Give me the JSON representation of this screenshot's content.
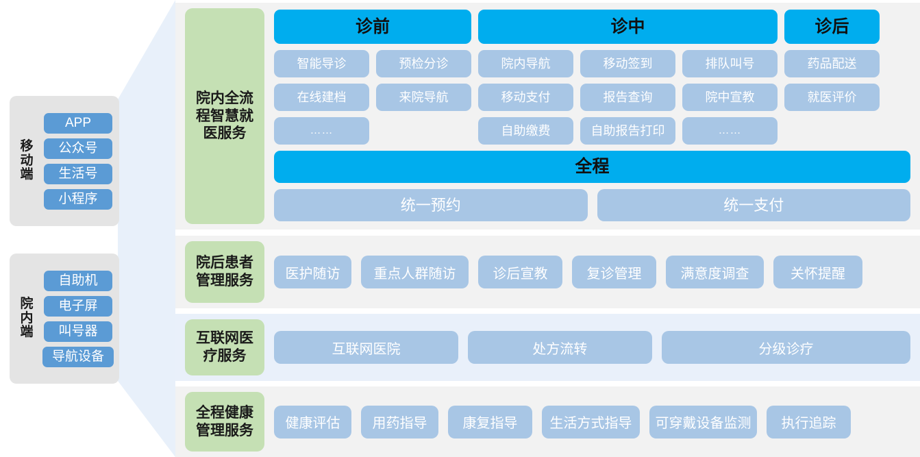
{
  "colors": {
    "header_blue": "#00ADEE",
    "cell_blue": "#A8C6E5",
    "chip_blue": "#5B9BD5",
    "label_green": "#C5E0B4",
    "band_gray": "#F2F2F2",
    "band_blue": "#E9F0FA",
    "panel_gray": "#E4E4E4",
    "funnel_blue": "#E8F0FA"
  },
  "channels": [
    {
      "title": "移动端",
      "items": [
        "APP",
        "公众号",
        "生活号",
        "小程序"
      ]
    },
    {
      "title": "院内端",
      "items": [
        "自助机",
        "电子屏",
        "叫号器",
        "导航设备"
      ]
    }
  ],
  "bands": [
    {
      "label": "院内全流程智慧就医服务",
      "type": "phases",
      "phases": [
        {
          "head": "诊前",
          "columns": 2,
          "rows": [
            [
              "智能导诊",
              "预检分诊"
            ],
            [
              "在线建档",
              "来院导航"
            ],
            [
              "……",
              ""
            ]
          ]
        },
        {
          "head": "诊中",
          "columns": 3,
          "rows": [
            [
              "院内导航",
              "移动签到",
              "排队叫号"
            ],
            [
              "移动支付",
              "报告查询",
              "院中宣教"
            ],
            [
              "自助缴费",
              "自助报告打印",
              "……"
            ]
          ]
        },
        {
          "head": "诊后",
          "columns": 1,
          "rows": [
            [
              "药品配送"
            ],
            [
              "就医评价"
            ],
            [
              ""
            ]
          ]
        }
      ],
      "full": {
        "head": "全程",
        "cells": [
          "统一预约",
          "统一支付"
        ]
      }
    },
    {
      "label": "院后患者管理服务",
      "type": "chips",
      "chips": [
        "医护随访",
        "重点人群随访",
        "诊后宣教",
        "复诊管理",
        "满意度调查",
        "关怀提醒"
      ]
    },
    {
      "label": "互联网医疗服务",
      "type": "chips",
      "chips": [
        "互联网医院",
        "处方流转",
        "分级诊疗"
      ]
    },
    {
      "label": "全程健康管理服务",
      "type": "chips",
      "chips": [
        "健康评估",
        "用药指导",
        "康复指导",
        "生活方式指导",
        "可穿戴设备监测",
        "执行追踪"
      ]
    }
  ]
}
